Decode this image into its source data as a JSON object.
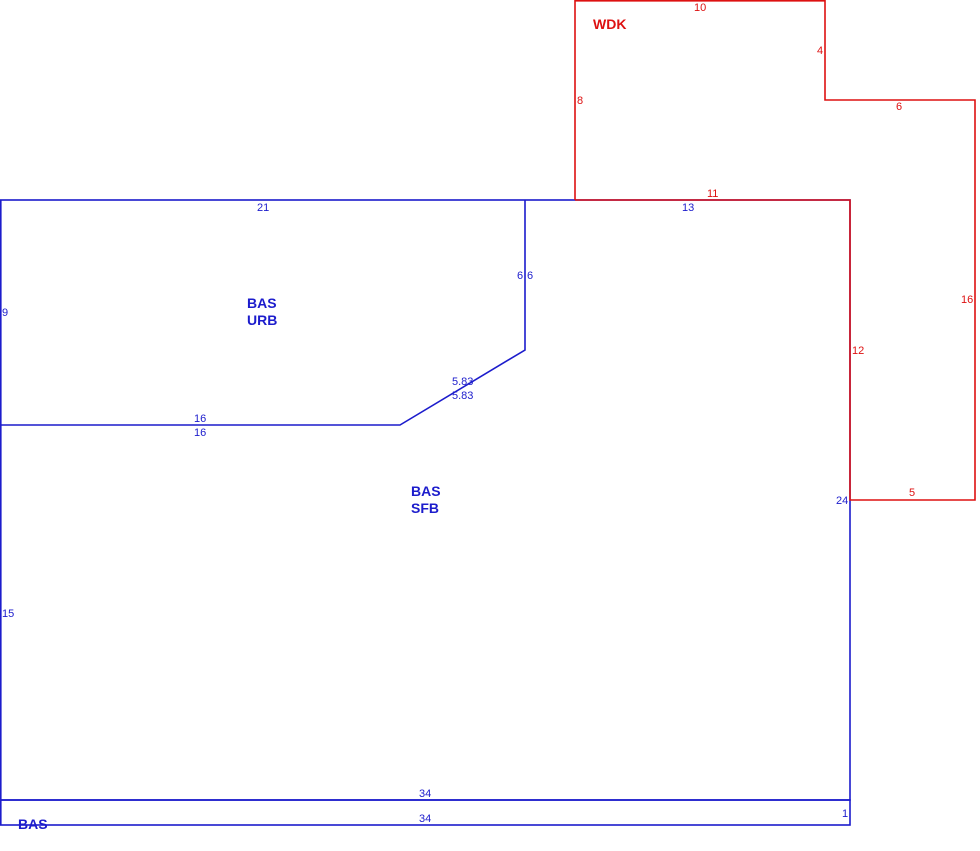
{
  "colors": {
    "living_area": "#1c1ccc",
    "deck": "#dd1111"
  },
  "areas": {
    "urb": {
      "code": "BAS",
      "subcode": "URB"
    },
    "sfb": {
      "code": "BAS",
      "subcode": "SFB"
    },
    "strip": {
      "code": "BAS"
    },
    "deck": {
      "code": "WDK"
    }
  },
  "dimensions": {
    "urb_top": "21",
    "urb_left": "9",
    "urb_right_a": "6",
    "urb_right_b": "6",
    "diag_a": "5.83",
    "diag_b": "5.83",
    "mid_a": "16",
    "mid_b": "16",
    "sfb_top": "13",
    "sfb_right": "24",
    "sfb_left": "15",
    "bottom_a": "34",
    "bottom_b": "34",
    "strip_right": "1",
    "deck_top": "10",
    "deck_left": "8",
    "deck_step": "4",
    "deck_ledge": "6",
    "deck_right": "16",
    "deck_bottom": "5",
    "deck_inner": "12",
    "deck_shared": "11"
  }
}
